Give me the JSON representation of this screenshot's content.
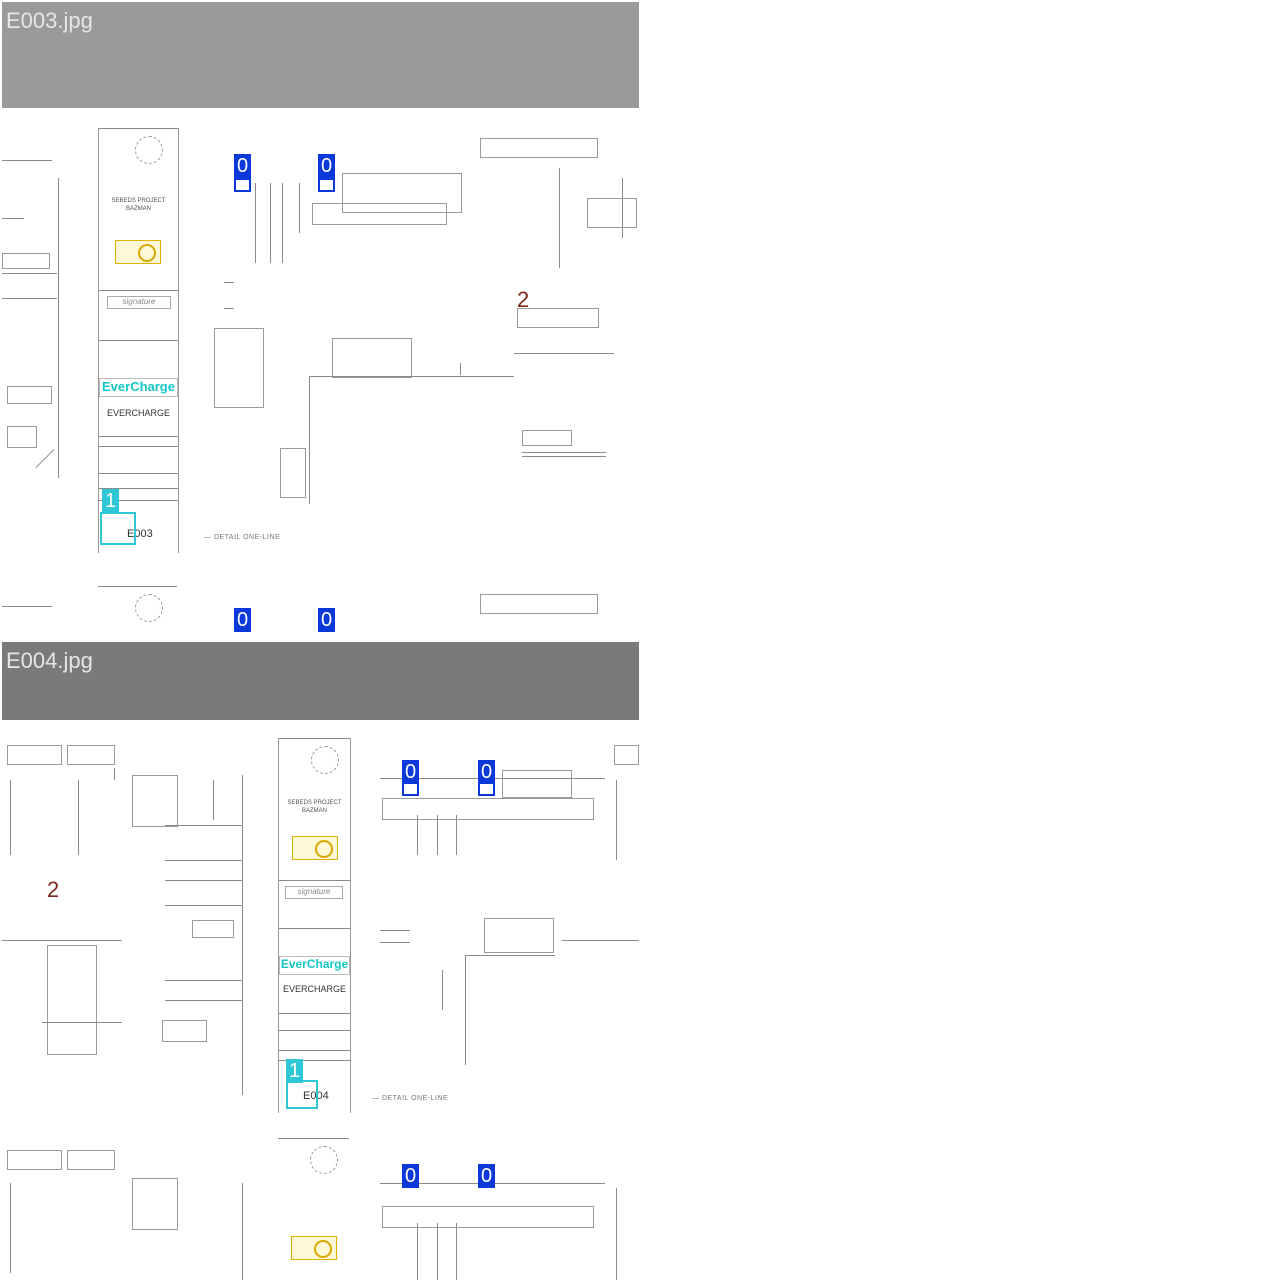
{
  "panels": [
    {
      "filename": "E003.jpg",
      "title_block": {
        "logo_text": "EverCharge",
        "company": "EVERCHARGE",
        "sheet_number": "E003"
      },
      "markers": [
        "0",
        "0",
        "1",
        "2",
        "0",
        "0"
      ]
    },
    {
      "filename": "E004.jpg",
      "title_block": {
        "logo_text": "EverCharge",
        "company": "EVERCHARGE",
        "sheet_number": "E004"
      },
      "markers": [
        "0",
        "0",
        "2",
        "1",
        "0",
        "0"
      ]
    }
  ],
  "colors": {
    "header_light": "#9a9a9a",
    "header_dark": "#7a7a7a",
    "marker_0": "#0b38d8",
    "marker_1": "#2fc7d6",
    "marker_2": "#7a2a1a",
    "logo": "#15c6c6"
  },
  "icons": [
    "engineer-seal-icon",
    "approval-stamp-icon",
    "signature-image"
  ]
}
